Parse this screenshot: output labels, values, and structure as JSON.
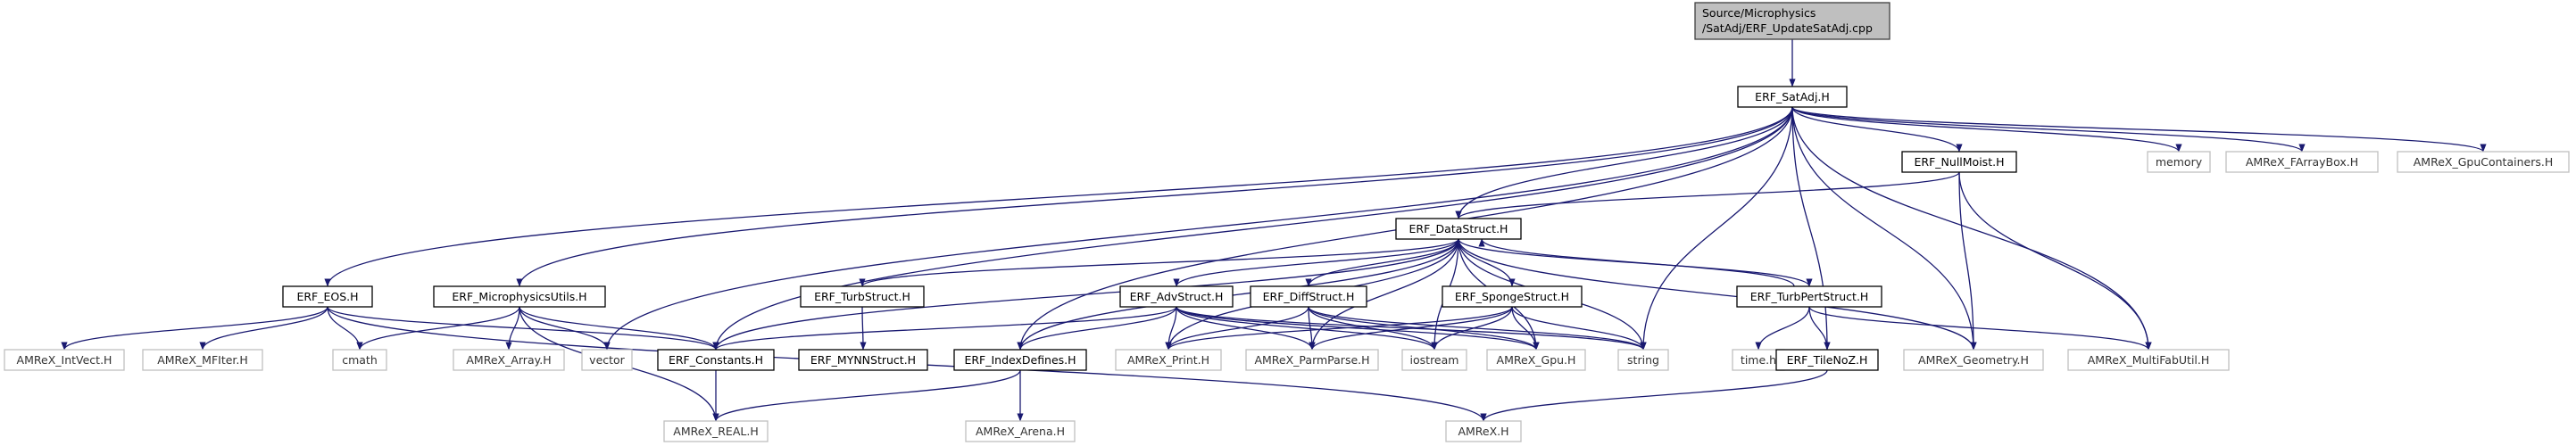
{
  "graph": {
    "root": {
      "id": "root",
      "lines": [
        "Source/Microphysics",
        "/SatAdj/ERF_UpdateSatAdj.cpp"
      ],
      "kind": "root"
    },
    "nodes": [
      {
        "id": "satadj",
        "label": "ERF_SatAdj.H",
        "kind": "header"
      },
      {
        "id": "nullmoist",
        "label": "ERF_NullMoist.H",
        "kind": "header"
      },
      {
        "id": "memory",
        "label": "memory",
        "kind": "system"
      },
      {
        "id": "farraybox",
        "label": "AMReX_FArrayBox.H",
        "kind": "system"
      },
      {
        "id": "gpucontainers",
        "label": "AMReX_GpuContainers.H",
        "kind": "system"
      },
      {
        "id": "datastruct",
        "label": "ERF_DataStruct.H",
        "kind": "header"
      },
      {
        "id": "eos",
        "label": "ERF_EOS.H",
        "kind": "header"
      },
      {
        "id": "microutils",
        "label": "ERF_MicrophysicsUtils.H",
        "kind": "header"
      },
      {
        "id": "turbstruct",
        "label": "ERF_TurbStruct.H",
        "kind": "header"
      },
      {
        "id": "advstruct",
        "label": "ERF_AdvStruct.H",
        "kind": "header"
      },
      {
        "id": "diffstruct",
        "label": "ERF_DiffStruct.H",
        "kind": "header"
      },
      {
        "id": "spongestruct",
        "label": "ERF_SpongeStruct.H",
        "kind": "header"
      },
      {
        "id": "turbpert",
        "label": "ERF_TurbPertStruct.H",
        "kind": "header"
      },
      {
        "id": "intvect",
        "label": "AMReX_IntVect.H",
        "kind": "system"
      },
      {
        "id": "mfiter",
        "label": "AMReX_MFIter.H",
        "kind": "system"
      },
      {
        "id": "cmath",
        "label": "cmath",
        "kind": "system"
      },
      {
        "id": "array",
        "label": "AMReX_Array.H",
        "kind": "system"
      },
      {
        "id": "vector",
        "label": "vector",
        "kind": "system"
      },
      {
        "id": "constants",
        "label": "ERF_Constants.H",
        "kind": "header"
      },
      {
        "id": "mynn",
        "label": "ERF_MYNNStruct.H",
        "kind": "header"
      },
      {
        "id": "indexdefines",
        "label": "ERF_IndexDefines.H",
        "kind": "header"
      },
      {
        "id": "print",
        "label": "AMReX_Print.H",
        "kind": "system"
      },
      {
        "id": "parmparse",
        "label": "AMReX_ParmParse.H",
        "kind": "system"
      },
      {
        "id": "iostream",
        "label": "iostream",
        "kind": "system"
      },
      {
        "id": "gpu",
        "label": "AMReX_Gpu.H",
        "kind": "system"
      },
      {
        "id": "string",
        "label": "string",
        "kind": "system"
      },
      {
        "id": "timeh",
        "label": "time.h",
        "kind": "system"
      },
      {
        "id": "tilenoz",
        "label": "ERF_TileNoZ.H",
        "kind": "header"
      },
      {
        "id": "geometry",
        "label": "AMReX_Geometry.H",
        "kind": "system"
      },
      {
        "id": "multifabutil",
        "label": "AMReX_MultiFabUtil.H",
        "kind": "system"
      },
      {
        "id": "real",
        "label": "AMReX_REAL.H",
        "kind": "system"
      },
      {
        "id": "arena",
        "label": "AMReX_Arena.H",
        "kind": "system"
      },
      {
        "id": "amrexh",
        "label": "AMReX.H",
        "kind": "system"
      }
    ],
    "edges": [
      [
        "root",
        "satadj"
      ],
      [
        "satadj",
        "datastruct"
      ],
      [
        "satadj",
        "nullmoist"
      ],
      [
        "satadj",
        "memory"
      ],
      [
        "satadj",
        "farraybox"
      ],
      [
        "satadj",
        "gpucontainers"
      ],
      [
        "satadj",
        "eos"
      ],
      [
        "satadj",
        "microutils"
      ],
      [
        "satadj",
        "constants"
      ],
      [
        "satadj",
        "vector"
      ],
      [
        "satadj",
        "indexdefines"
      ],
      [
        "satadj",
        "string"
      ],
      [
        "satadj",
        "tilenoz"
      ],
      [
        "satadj",
        "geometry"
      ],
      [
        "satadj",
        "multifabutil"
      ],
      [
        "nullmoist",
        "datastruct"
      ],
      [
        "nullmoist",
        "geometry"
      ],
      [
        "nullmoist",
        "multifabutil"
      ],
      [
        "datastruct",
        "constants"
      ],
      [
        "datastruct",
        "turbstruct"
      ],
      [
        "datastruct",
        "advstruct"
      ],
      [
        "datastruct",
        "diffstruct"
      ],
      [
        "datastruct",
        "spongestruct"
      ],
      [
        "datastruct",
        "turbpert"
      ],
      [
        "datastruct",
        "indexdefines"
      ],
      [
        "datastruct",
        "print"
      ],
      [
        "datastruct",
        "parmparse"
      ],
      [
        "datastruct",
        "iostream"
      ],
      [
        "datastruct",
        "gpu"
      ],
      [
        "datastruct",
        "string"
      ],
      [
        "datastruct",
        "geometry"
      ],
      [
        "turbstruct",
        "mynn"
      ],
      [
        "advstruct",
        "constants"
      ],
      [
        "advstruct",
        "indexdefines"
      ],
      [
        "advstruct",
        "print"
      ],
      [
        "advstruct",
        "parmparse"
      ],
      [
        "advstruct",
        "gpu"
      ],
      [
        "advstruct",
        "iostream"
      ],
      [
        "advstruct",
        "string"
      ],
      [
        "diffstruct",
        "print"
      ],
      [
        "diffstruct",
        "parmparse"
      ],
      [
        "diffstruct",
        "iostream"
      ],
      [
        "diffstruct",
        "gpu"
      ],
      [
        "diffstruct",
        "string"
      ],
      [
        "spongestruct",
        "print"
      ],
      [
        "spongestruct",
        "parmparse"
      ],
      [
        "spongestruct",
        "iostream"
      ],
      [
        "spongestruct",
        "gpu"
      ],
      [
        "spongestruct",
        "string"
      ],
      [
        "turbpert",
        "datastruct"
      ],
      [
        "turbpert",
        "timeh"
      ],
      [
        "turbpert",
        "tilenoz"
      ],
      [
        "turbpert",
        "multifabutil"
      ],
      [
        "eos",
        "intvect"
      ],
      [
        "eos",
        "mfiter"
      ],
      [
        "eos",
        "cmath"
      ],
      [
        "eos",
        "constants"
      ],
      [
        "eos",
        "amrexh"
      ],
      [
        "microutils",
        "cmath"
      ],
      [
        "microutils",
        "array"
      ],
      [
        "microutils",
        "vector"
      ],
      [
        "microutils",
        "constants"
      ],
      [
        "microutils",
        "real"
      ],
      [
        "constants",
        "real"
      ],
      [
        "indexdefines",
        "arena"
      ],
      [
        "indexdefines",
        "real"
      ],
      [
        "tilenoz",
        "amrexh"
      ]
    ]
  },
  "colors": {
    "root_fill": "#bfbfbf",
    "root_stroke": "#404040",
    "header_stroke": "#000000",
    "system_stroke": "#bfbfbf",
    "edge": "#191970"
  }
}
